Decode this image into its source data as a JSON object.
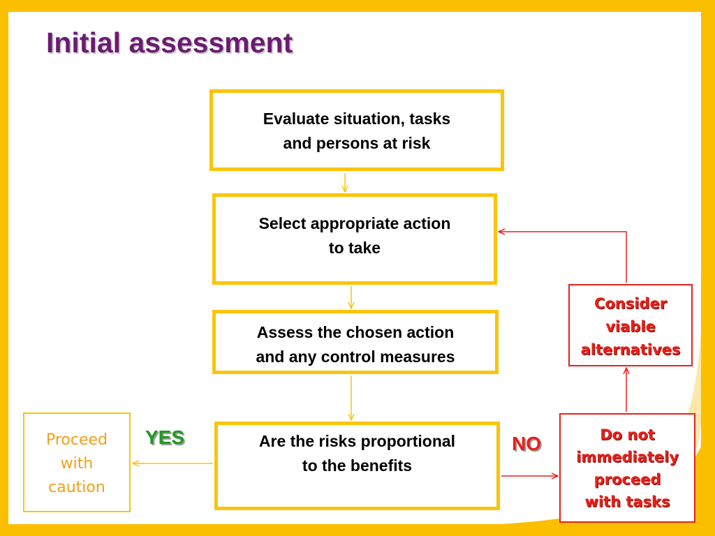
{
  "title": "Initial assessment",
  "colors": {
    "background": "#fbbf00",
    "title": "#6b1b72",
    "box_border_yellow": "#fbc40a",
    "box_border_red": "#e8201a",
    "yes": "#1f9a22",
    "no": "#e8201a",
    "proceed_text": "#f0a018"
  },
  "flow": {
    "evaluate": [
      "Evaluate situation, tasks",
      "and persons at risk"
    ],
    "select": [
      "Select appropriate action",
      "to take"
    ],
    "assess": [
      "Assess the chosen action",
      "and any control measures"
    ],
    "risks": [
      "Are the risks proportional",
      "to the benefits"
    ],
    "proceed": [
      "Proceed",
      "with",
      "caution"
    ],
    "consider": [
      "Consider",
      "viable",
      "alternatives"
    ],
    "donot": [
      "Do not",
      "immediately",
      "proceed",
      "with tasks"
    ]
  },
  "decisions": {
    "yes": "YES",
    "no": "NO"
  }
}
